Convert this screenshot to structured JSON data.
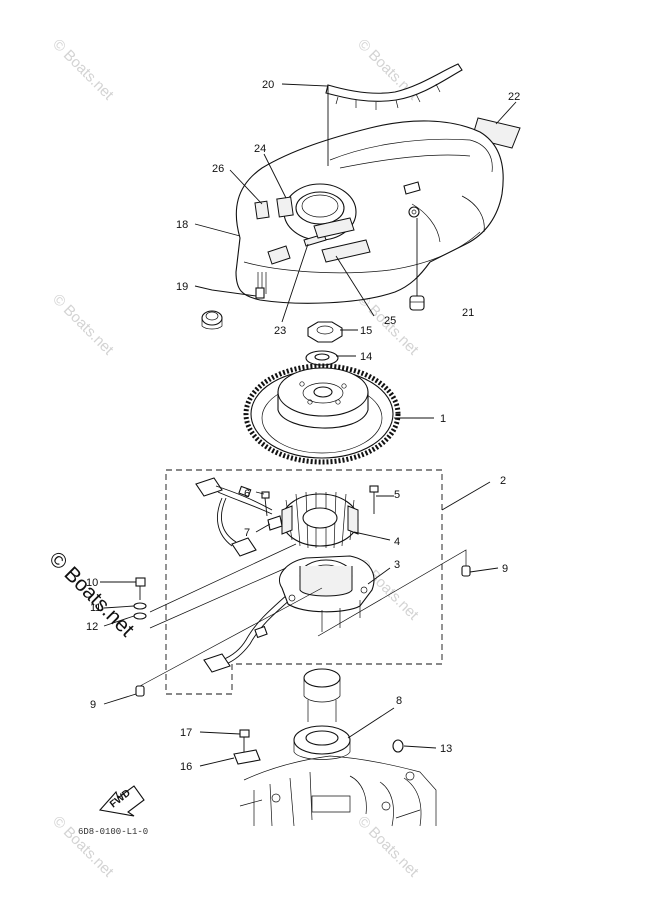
{
  "watermark": {
    "text": "© Boats.net"
  },
  "diagram_code": "6D8-0100-L1-0",
  "fwd_label": "FWD",
  "callouts": [
    {
      "id": "c1",
      "label": "1"
    },
    {
      "id": "c2",
      "label": "2"
    },
    {
      "id": "c3",
      "label": "3"
    },
    {
      "id": "c4",
      "label": "4"
    },
    {
      "id": "c5",
      "label": "5"
    },
    {
      "id": "c6",
      "label": "6"
    },
    {
      "id": "c7",
      "label": "7"
    },
    {
      "id": "c8",
      "label": "8"
    },
    {
      "id": "c9a",
      "label": "9"
    },
    {
      "id": "c9b",
      "label": "9"
    },
    {
      "id": "c10",
      "label": "10"
    },
    {
      "id": "c11",
      "label": "11"
    },
    {
      "id": "c12",
      "label": "12"
    },
    {
      "id": "c13",
      "label": "13"
    },
    {
      "id": "c14",
      "label": "14"
    },
    {
      "id": "c15",
      "label": "15"
    },
    {
      "id": "c16",
      "label": "16"
    },
    {
      "id": "c17",
      "label": "17"
    },
    {
      "id": "c18",
      "label": "18"
    },
    {
      "id": "c19",
      "label": "19"
    },
    {
      "id": "c20",
      "label": "20"
    },
    {
      "id": "c21",
      "label": "21"
    },
    {
      "id": "c22",
      "label": "22"
    },
    {
      "id": "c23",
      "label": "23"
    },
    {
      "id": "c24",
      "label": "24"
    },
    {
      "id": "c25",
      "label": "25"
    },
    {
      "id": "c26",
      "label": "26"
    }
  ]
}
